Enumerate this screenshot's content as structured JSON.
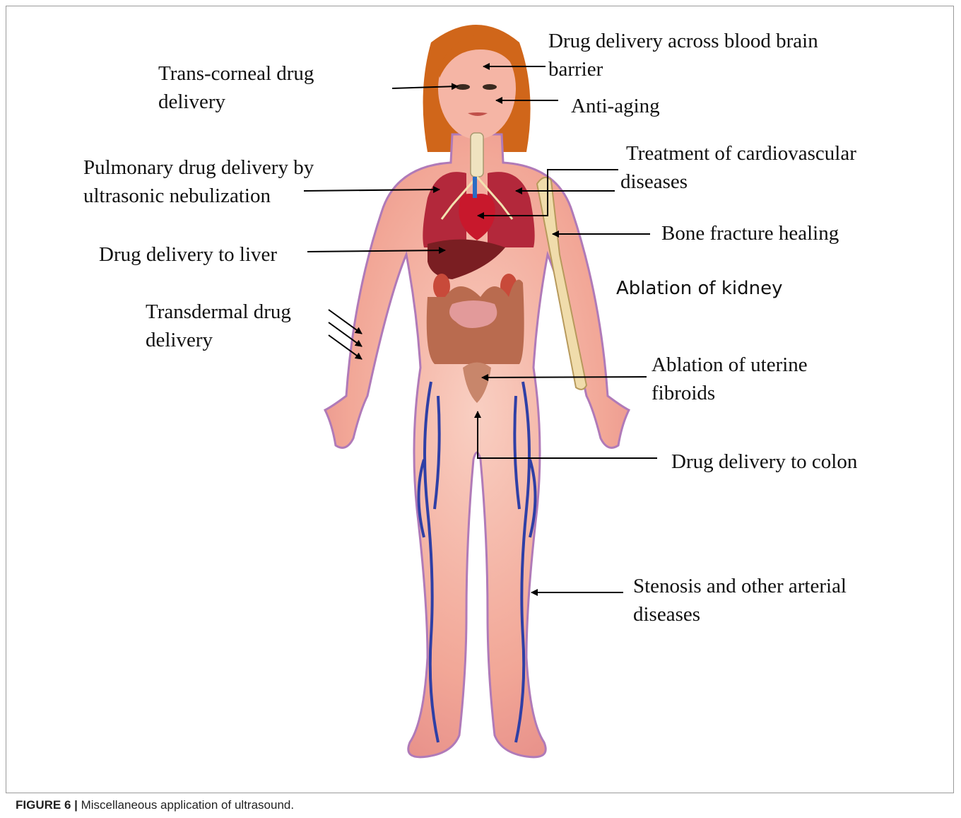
{
  "labels": {
    "bbb": [
      "Drug delivery across blood brain",
      "barrier"
    ],
    "corneal": [
      "Trans-corneal drug",
      "delivery"
    ],
    "antiaging": [
      "Anti-aging"
    ],
    "cardio": [
      "Treatment of cardiovascular",
      "diseases"
    ],
    "pulmonary": [
      "Pulmonary drug delivery by",
      "ultrasonic nebulization"
    ],
    "bone": [
      "Bone fracture healing"
    ],
    "liver": [
      "Drug delivery to liver"
    ],
    "kidney": [
      "Ablation of kidney"
    ],
    "transdermal": [
      "Transdermal drug",
      "delivery"
    ],
    "uterine": [
      "Ablation of uterine",
      "fibroids"
    ],
    "colon": [
      "Drug delivery to colon"
    ],
    "stenosis": [
      "Stenosis and other arterial",
      "diseases"
    ]
  },
  "caption": {
    "label": "FIGURE 6 |",
    "text": " Miscellaneous application of ultrasound."
  },
  "colors": {
    "skin": "#f2a797",
    "skin_inner": "#f7c3b5",
    "outline": "#9c5bb0",
    "hair": "#d0661a",
    "lung": "#b3283b",
    "heart": "#c8182c",
    "liver": "#7a1e22",
    "intestine": "#b96b4f",
    "bone": "#f0dcab",
    "vein": "#2f3fa6",
    "arrow": "#000000"
  }
}
